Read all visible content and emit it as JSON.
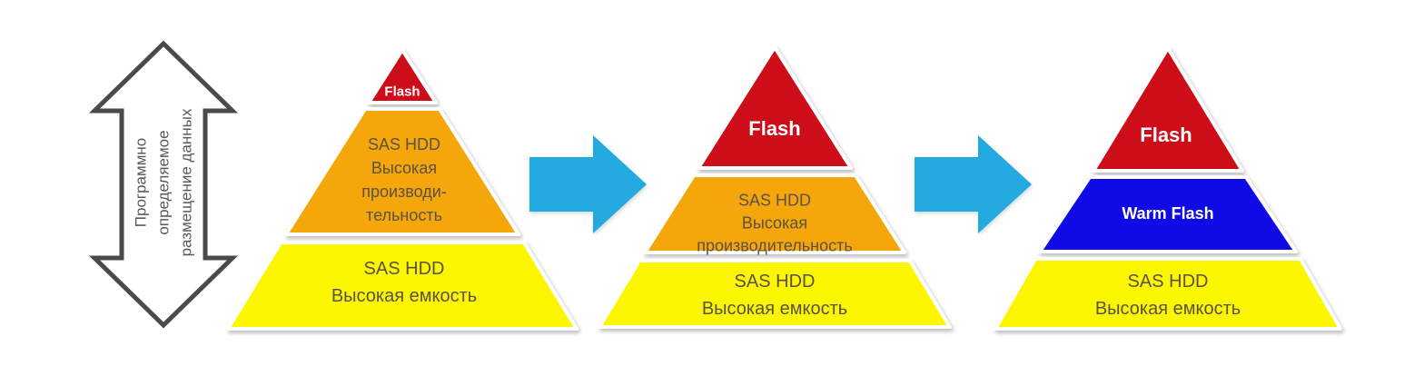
{
  "left_arrow": {
    "lines": [
      "Программно",
      "определяемое",
      "размещение данных"
    ],
    "outline_color": "#4a4a4a",
    "text_color": "#595959"
  },
  "flow_arrow_color": "#23aae1",
  "tier_colors": {
    "flash": "#cd0e19",
    "performance_hdd": "#f5a60a",
    "capacity_hdd": "#fcf700",
    "warm_flash": "#0f0ae6"
  },
  "text_colors": {
    "tier_dark": "#5a5245",
    "tier_light": "#ffffff"
  },
  "pyramids": [
    {
      "stage": "1",
      "tiers": [
        {
          "name": "flash",
          "lines": [
            "Flash"
          ]
        },
        {
          "name": "sas-hdd-performance",
          "lines": [
            "SAS HDD",
            "Высокая",
            "производи-",
            "тельность"
          ]
        },
        {
          "name": "sas-hdd-capacity",
          "lines": [
            "SAS HDD",
            "Высокая емкость"
          ]
        }
      ]
    },
    {
      "stage": "2",
      "tiers": [
        {
          "name": "flash",
          "lines": [
            "Flash"
          ]
        },
        {
          "name": "sas-hdd-performance",
          "lines": [
            "SAS HDD",
            "Высокая",
            "производительность"
          ]
        },
        {
          "name": "sas-hdd-capacity",
          "lines": [
            "SAS HDD",
            "Высокая емкость"
          ]
        }
      ]
    },
    {
      "stage": "3",
      "tiers": [
        {
          "name": "flash",
          "lines": [
            "Flash"
          ]
        },
        {
          "name": "warm-flash",
          "lines": [
            "Warm Flash"
          ]
        },
        {
          "name": "sas-hdd-capacity",
          "lines": [
            "SAS HDD",
            "Высокая емкость"
          ]
        }
      ]
    }
  ]
}
